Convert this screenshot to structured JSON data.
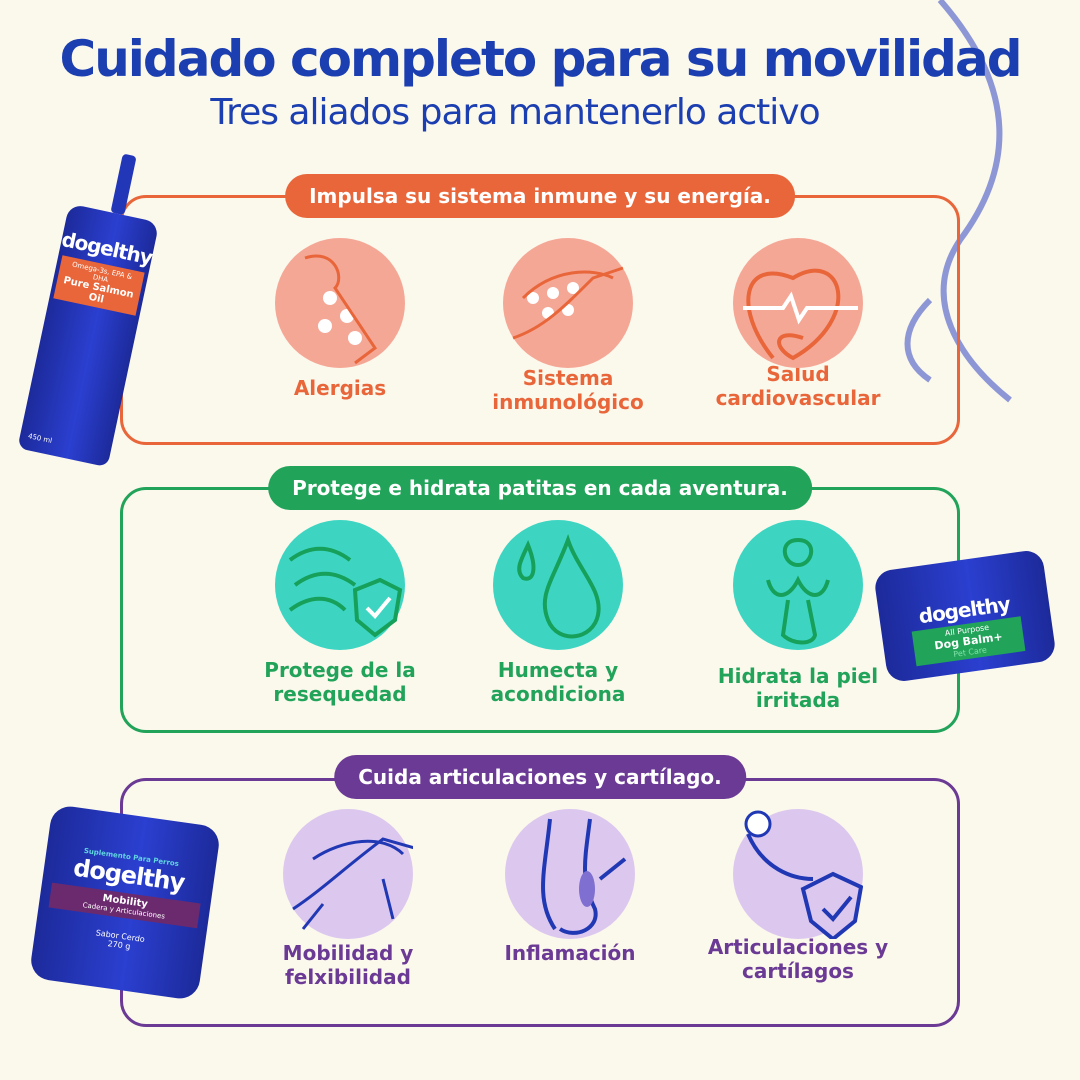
{
  "header": {
    "title": "Cuidado completo para su movilidad",
    "subtitle": "Tres aliados para mantenerlo activo"
  },
  "colors": {
    "title": "#1b3eb0",
    "orange": "#e8663a",
    "green": "#22a35a",
    "purple": "#6b3a95",
    "orange_circle": "#f5a796",
    "green_circle": "#3dd5c2",
    "purple_circle": "#dcc8ee",
    "background": "#fbf8ec"
  },
  "sections": [
    {
      "heading": "Impulsa su sistema inmune y su energía.",
      "items": [
        {
          "label": "Alergias",
          "icon": "dog-paw-dots-icon"
        },
        {
          "label": "Sistema inmunológico",
          "icon": "jumping-dog-icon"
        },
        {
          "label": "Salud cardiovascular",
          "icon": "heart-pulse-icon"
        }
      ]
    },
    {
      "heading": "Protege e hidrata patitas en cada aventura.",
      "items": [
        {
          "label": "Protege de la resequedad",
          "icon": "shield-check-icon"
        },
        {
          "label": "Humecta y acondiciona",
          "icon": "water-drop-icon"
        },
        {
          "label": "Hidrata la piel irritada",
          "icon": "paw-icon"
        }
      ]
    },
    {
      "heading": "Cuida articulaciones y cartílago.",
      "items": [
        {
          "label": "Mobilidad y felxibilidad",
          "icon": "running-dog-icon"
        },
        {
          "label": "Inflamación",
          "icon": "joint-icon"
        },
        {
          "label": "Articulaciones y cartílagos",
          "icon": "paw-shield-icon"
        }
      ]
    }
  ],
  "products": {
    "oil": {
      "brand": "dogelthy",
      "line1": "Omega-3s, EPA & DHA",
      "name": "Pure Salmon Oil",
      "volume": "450 ml"
    },
    "balm": {
      "brand": "dogelthy",
      "line1": "All Purpose",
      "name": "Dog Balm+",
      "line2": "Pet Care"
    },
    "mobility": {
      "top": "Suplemento Para Perros",
      "brand": "dogelthy",
      "name": "Mobility",
      "line2": "Cadera y Articulaciones",
      "flavor": "Sabor Cerdo",
      "weight": "270 g"
    }
  }
}
